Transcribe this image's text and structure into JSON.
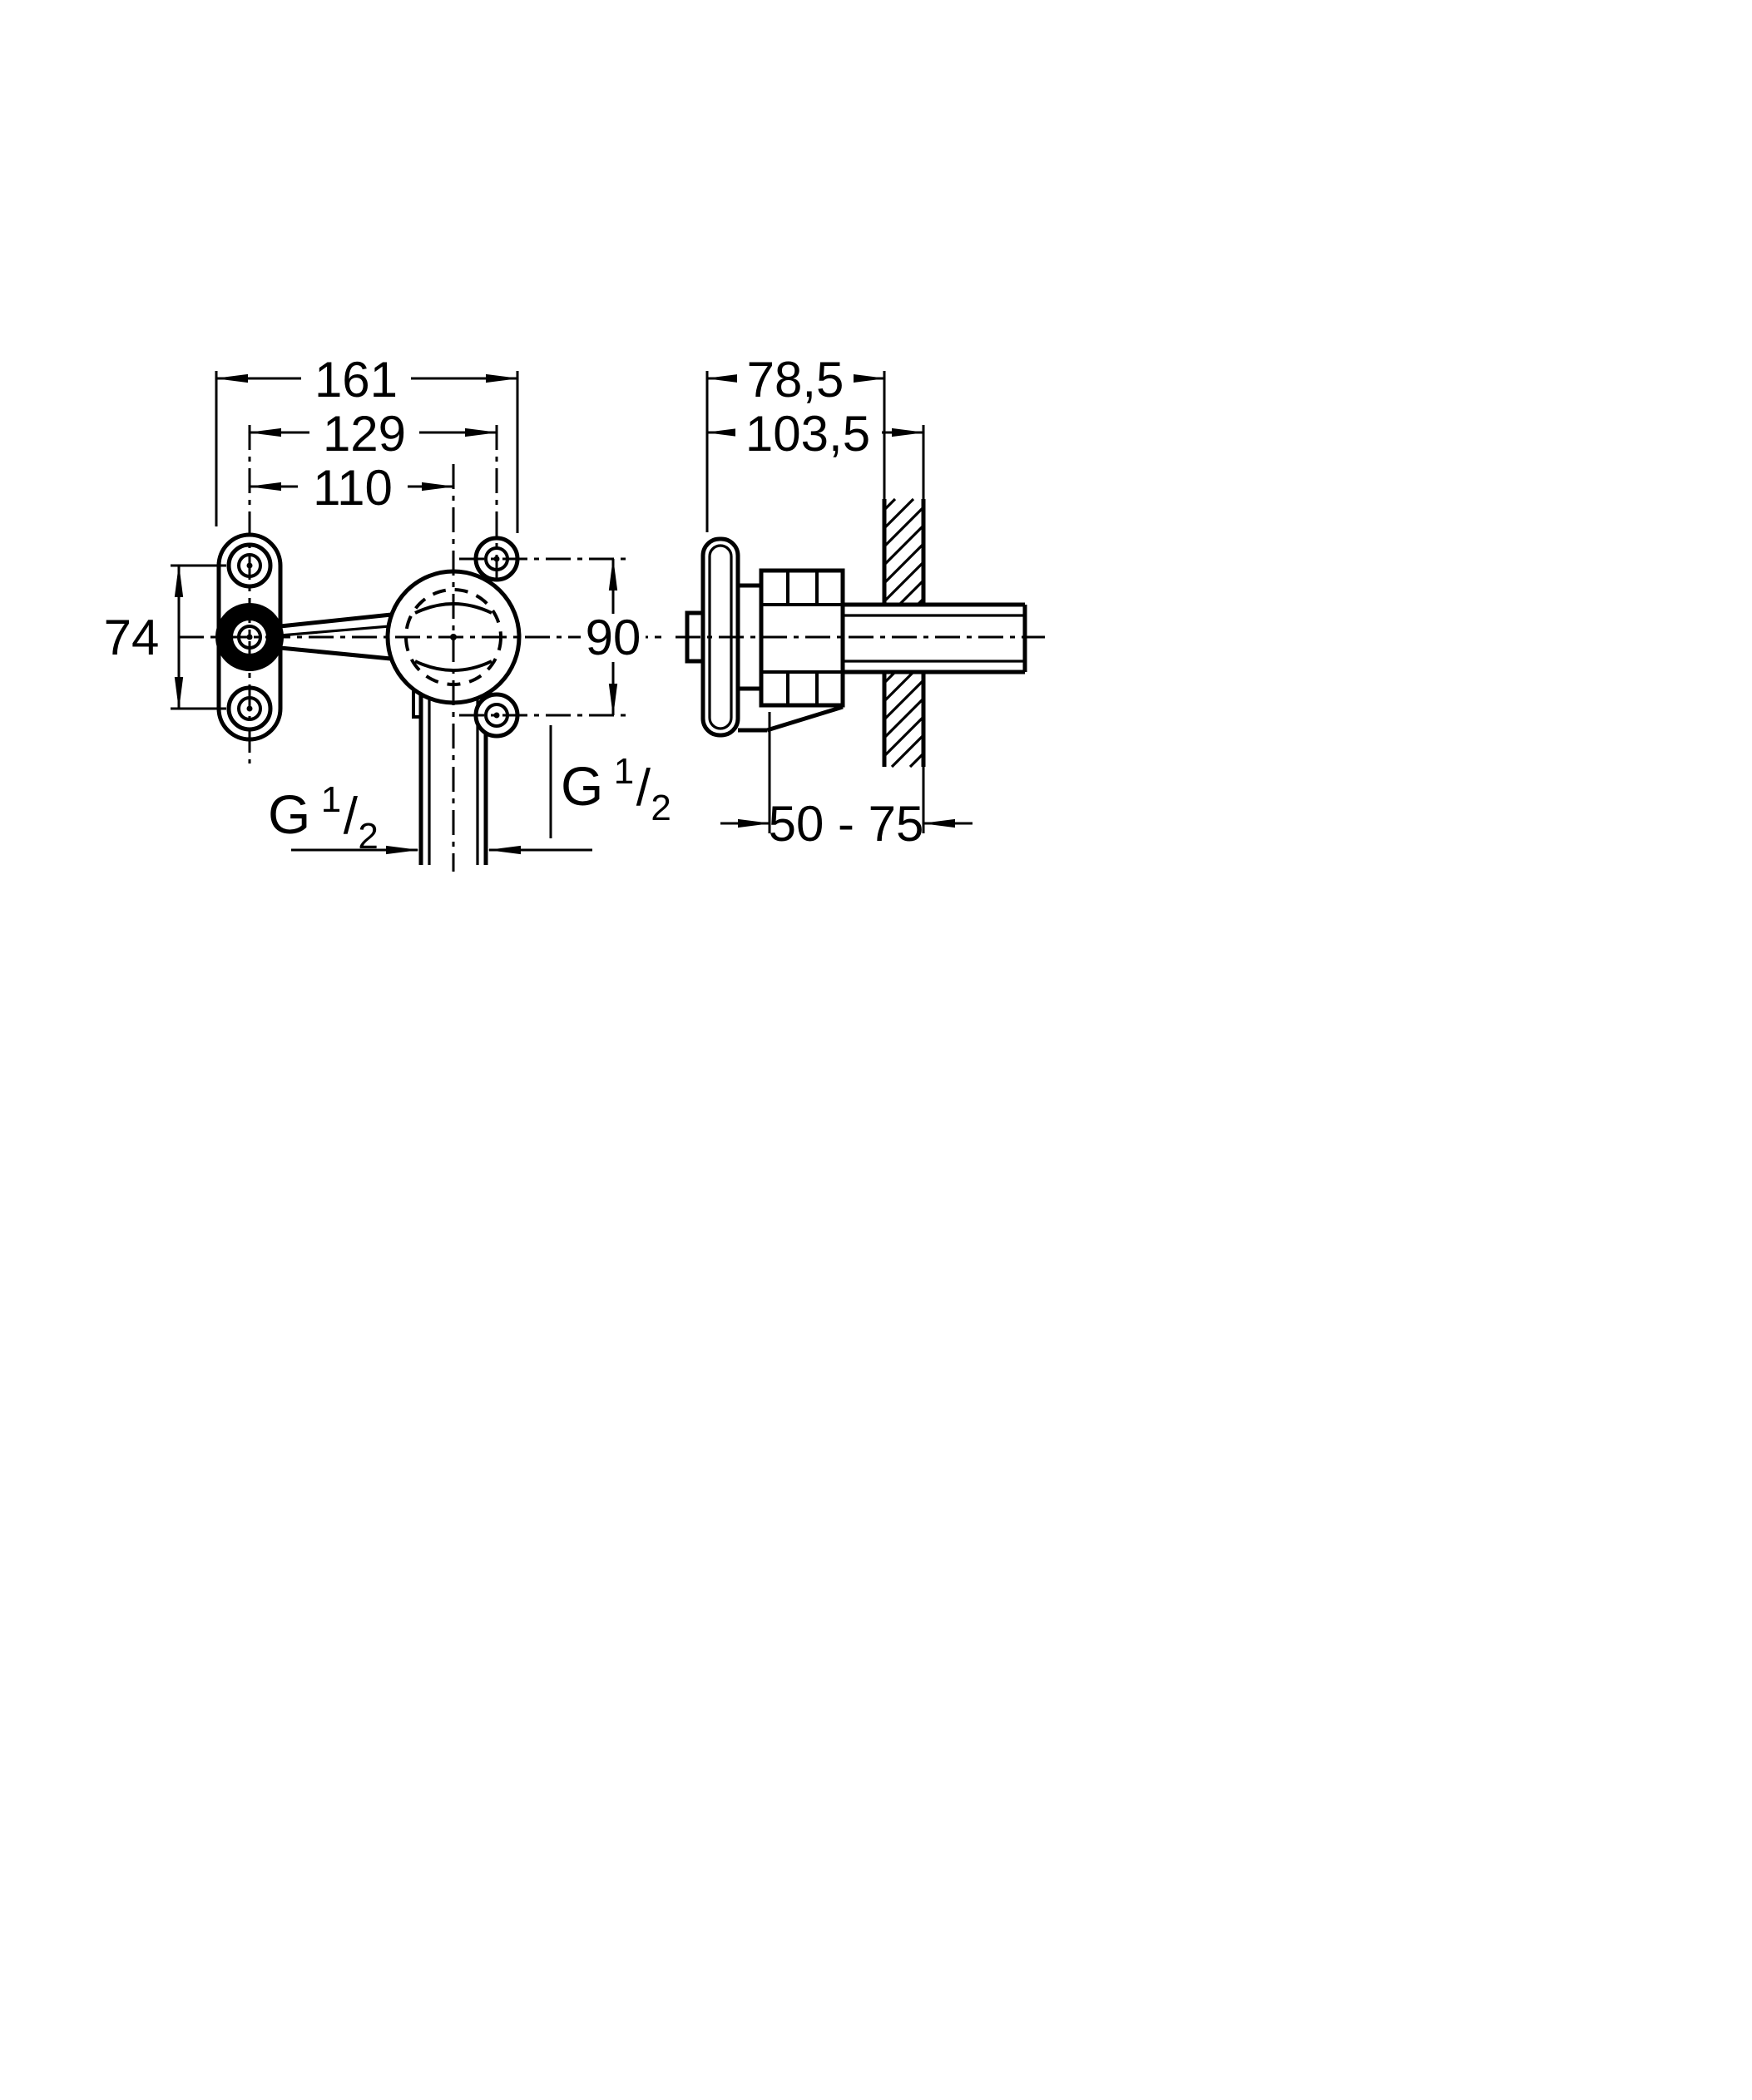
{
  "drawing": {
    "front": {
      "dim_overall_width": "161",
      "dim_screw_span": "129",
      "dim_center_span": "110",
      "dim_bracket_holes": "74",
      "dim_body_screws": "90",
      "thread_bottom": {
        "prefix": "G",
        "numerator": "1",
        "slash": "/",
        "denominator": "2"
      },
      "thread_side": {
        "prefix": "G",
        "numerator": "1",
        "slash": "/",
        "denominator": "2"
      }
    },
    "side": {
      "dim_depth_min": "78,5",
      "dim_depth_max": "103,5",
      "dim_wall_range": "50 - 75"
    }
  }
}
